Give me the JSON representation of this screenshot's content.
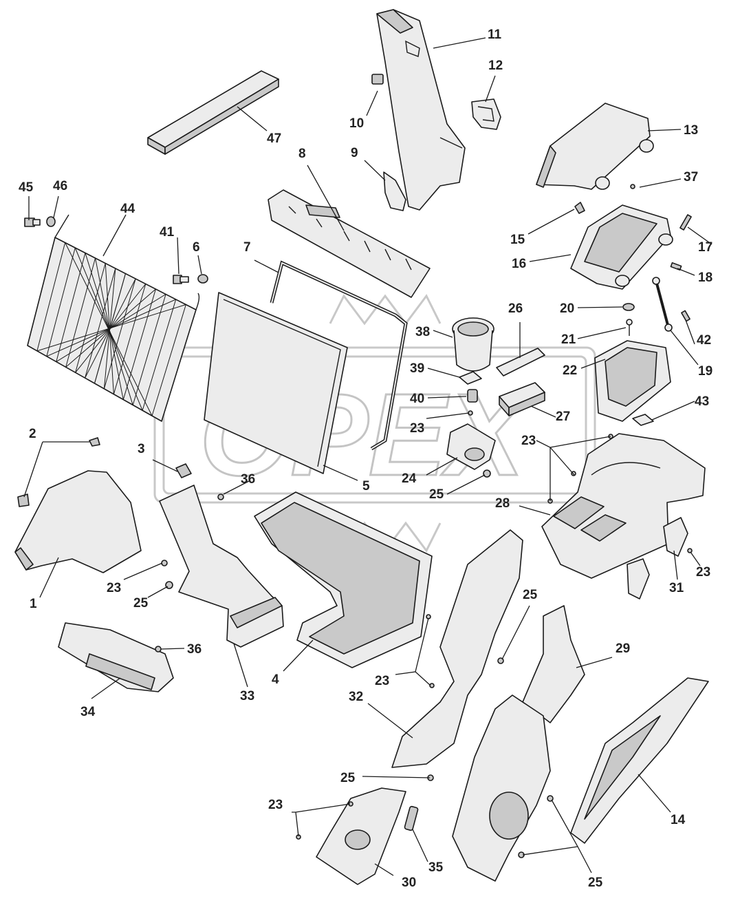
{
  "watermark": {
    "text": "OPEX"
  },
  "callouts": {
    "c1": "1",
    "c2": "2",
    "c3": "3",
    "c4": "4",
    "c5": "5",
    "c6": "6",
    "c7": "7",
    "c8": "8",
    "c9": "9",
    "c10": "10",
    "c11": "11",
    "c12": "12",
    "c13": "13",
    "c14": "14",
    "c15": "15",
    "c16": "16",
    "c17": "17",
    "c18": "18",
    "c19": "19",
    "c20": "20",
    "c21": "21",
    "c22": "22",
    "c23": "23",
    "c24": "24",
    "c25": "25",
    "c26": "26",
    "c27": "27",
    "c28": "28",
    "c29": "29",
    "c30": "30",
    "c31": "31",
    "c32": "32",
    "c33": "33",
    "c34": "34",
    "c35": "35",
    "c36": "36",
    "c37": "37",
    "c38": "38",
    "c39": "39",
    "c40": "40",
    "c41": "41",
    "c42": "42",
    "c43": "43",
    "c44": "44",
    "c45": "45",
    "c46": "46",
    "c47": "47"
  }
}
